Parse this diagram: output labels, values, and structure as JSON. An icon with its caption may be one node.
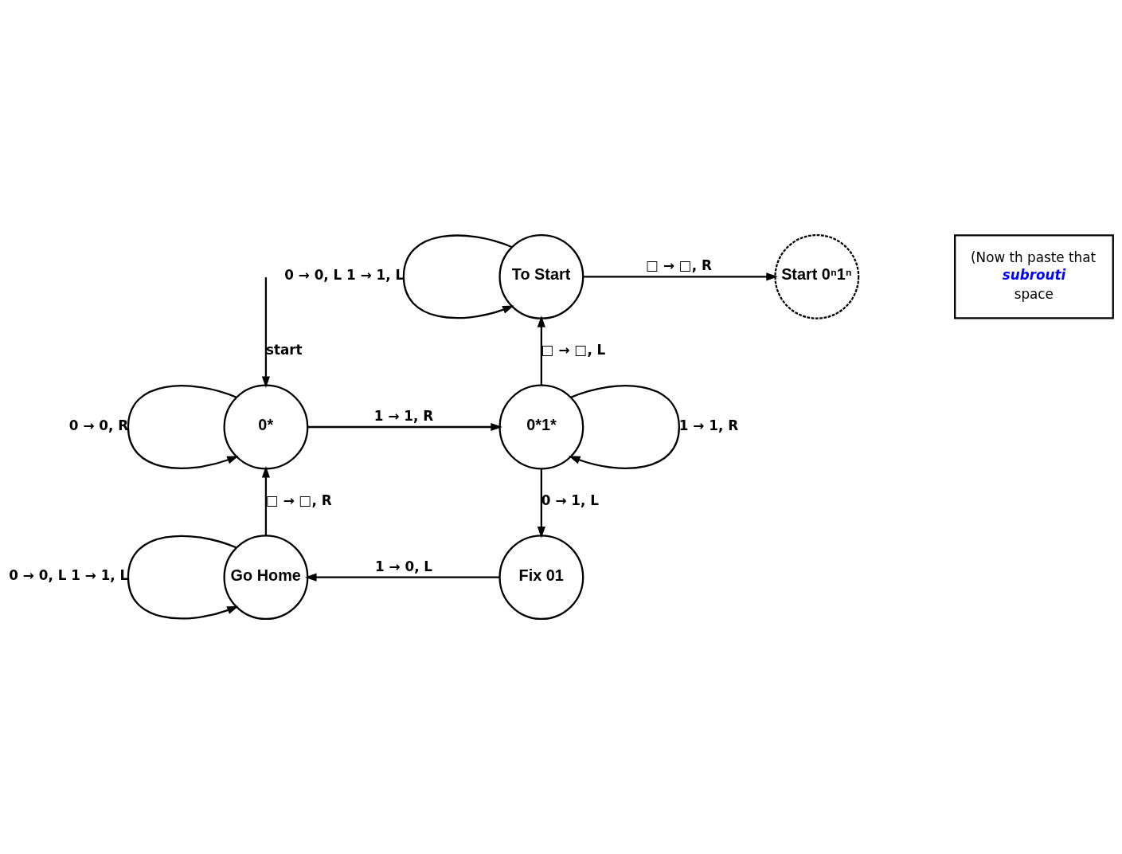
{
  "diagram": {
    "nodes": [
      {
        "text": [
          "To Start"
        ]
      },
      {
        "text": [
          "Start 0ⁿ1ⁿ"
        ]
      },
      {
        "text": [
          "0*"
        ]
      },
      {
        "text": [
          "0*1*"
        ]
      },
      {
        "text": [
          "Go Home"
        ]
      },
      {
        "text": [
          "Fix 01"
        ]
      },
      {
        "text": [
          "(Now th paste that",
          "subrouti",
          "space"
        ]
      }
    ],
    "edges": [
      {
        "from": 0,
        "to": 0,
        "arrow": "to",
        "label": "0 → 0, L 1 → 1, L"
      },
      {
        "from": 0,
        "to": 1,
        "arrow": "to",
        "label": "□ → □, R"
      },
      {
        "from": 3,
        "to": 0,
        "arrow": "to",
        "label": "□ → □, L"
      },
      {
        "from": null,
        "to": 2,
        "arrow": "to",
        "label": "start"
      },
      {
        "from": 2,
        "to": 2,
        "arrow": "to",
        "label": "0 → 0, R"
      },
      {
        "from": 2,
        "to": 3,
        "arrow": "to",
        "label": "1 → 1, R"
      },
      {
        "from": 3,
        "to": 3,
        "arrow": "to",
        "label": "1 → 1, R"
      },
      {
        "from": 3,
        "to": 5,
        "arrow": "to",
        "label": "0 → 1, L"
      },
      {
        "from": 5,
        "to": 4,
        "arrow": "to",
        "label": "1 → 0, L"
      },
      {
        "from": 4,
        "to": 4,
        "arrow": "to",
        "label": "0 → 0, L 1 → 1, L"
      },
      {
        "from": 4,
        "to": 2,
        "arrow": "to",
        "label": "□ → □, R"
      }
    ]
  }
}
